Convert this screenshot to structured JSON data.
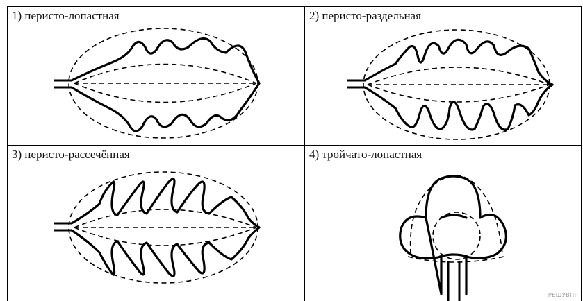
{
  "leaves": [
    {
      "id": "pinnate-lobed",
      "label": "1) перисто-лопастная"
    },
    {
      "id": "pinnate-parted",
      "label": "2) перисто-раздельная"
    },
    {
      "id": "pinnate-dissected",
      "label": "3) перисто-рассечённая"
    },
    {
      "id": "ternate-lobed",
      "label": "4) тройчато-лопастная"
    }
  ],
  "watermark": "РЕШУВПР"
}
